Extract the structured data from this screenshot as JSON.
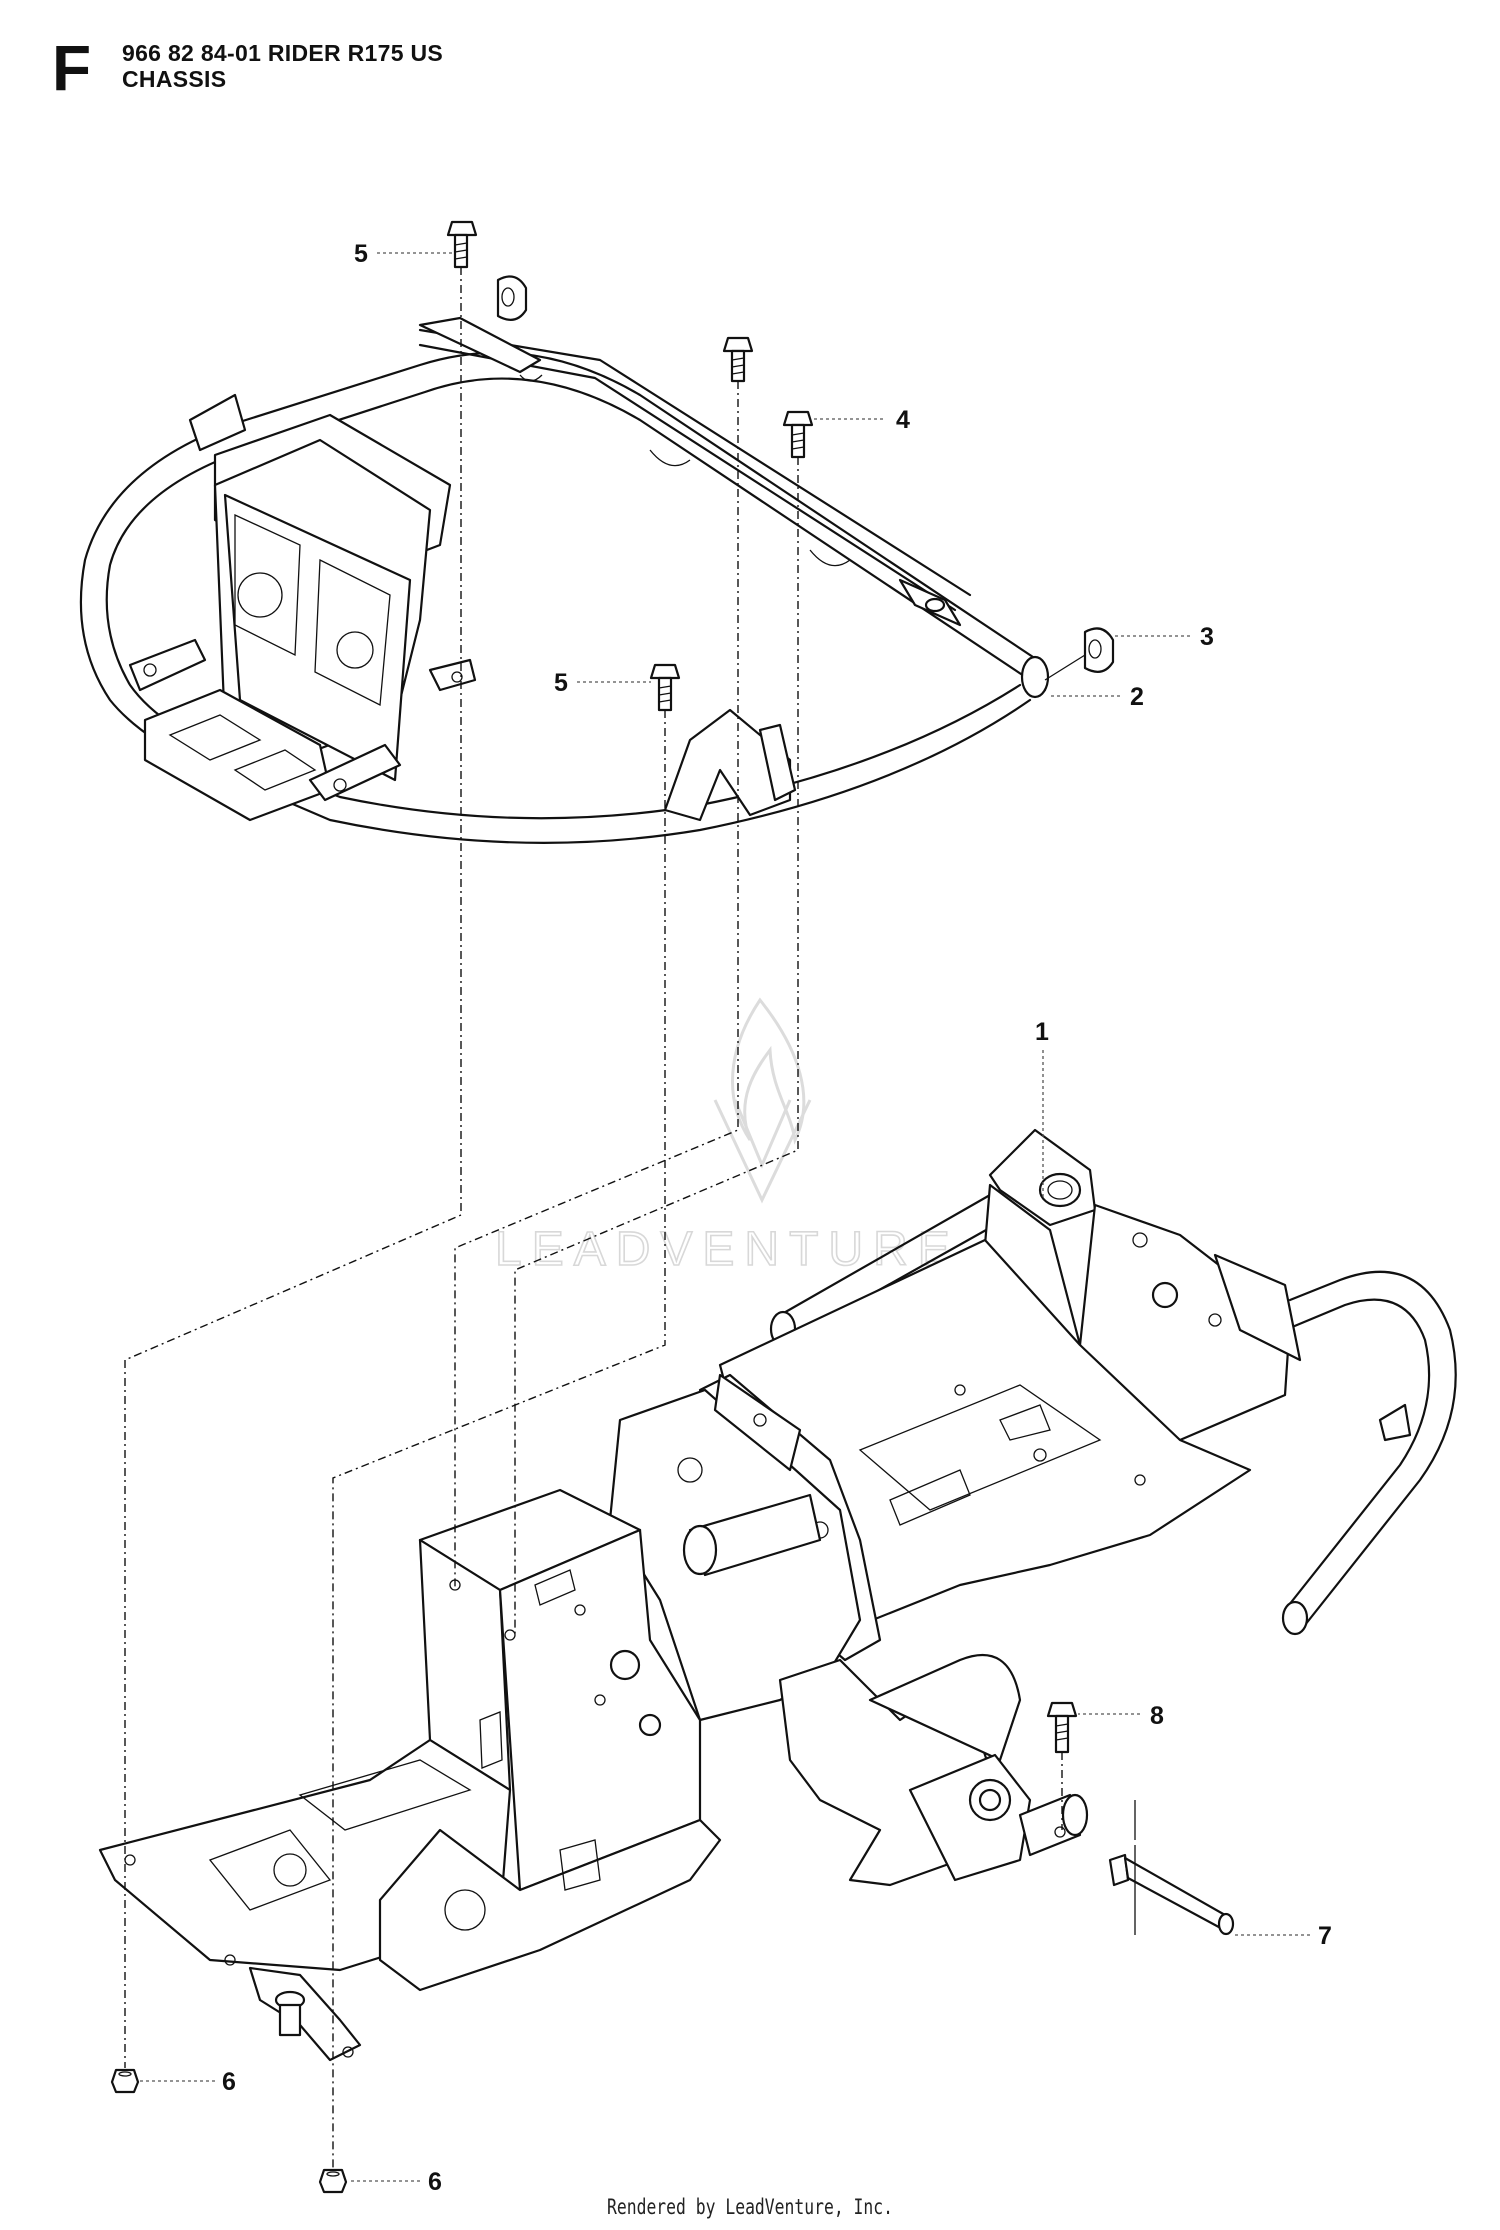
{
  "header": {
    "section_letter": "F",
    "model_line": "966 82 84-01 RIDER R175 US",
    "title": "CHASSIS"
  },
  "callouts": {
    "c1": "1",
    "c2": "2",
    "c3": "3",
    "c4": "4",
    "c5a": "5",
    "c5b": "5",
    "c6a": "6",
    "c6b": "6",
    "c7": "7",
    "c8": "8"
  },
  "watermark": {
    "text": "LEADVENTURE",
    "logo": "leadventure-flame-logo"
  },
  "footer": {
    "text": "Rendered by LeadVenture, Inc."
  }
}
